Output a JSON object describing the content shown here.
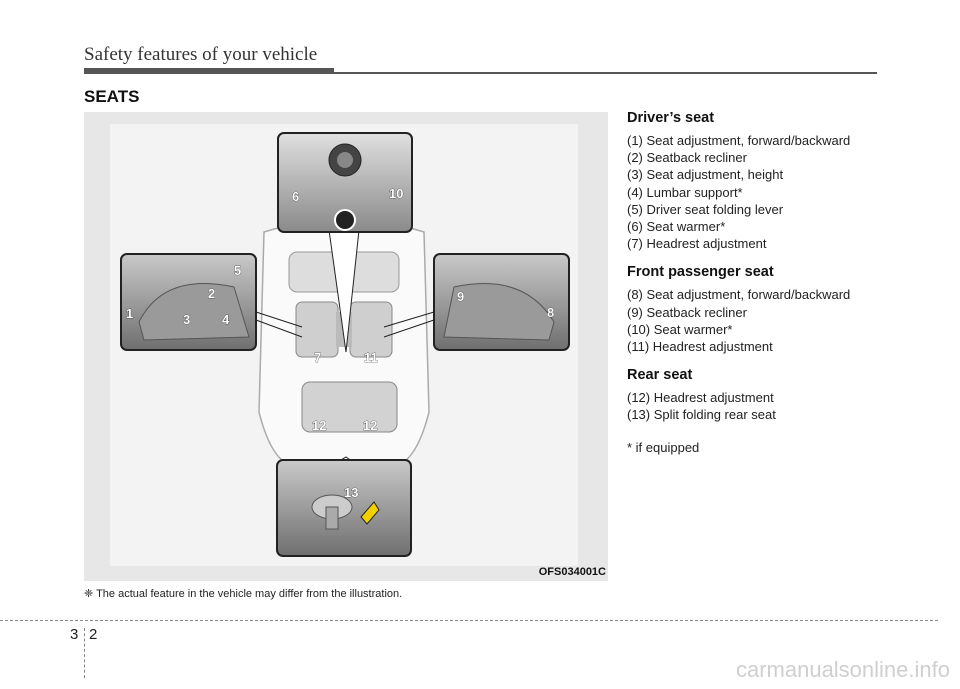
{
  "header": {
    "title": "Safety features of your vehicle"
  },
  "section": {
    "title": "SEATS"
  },
  "figure": {
    "code": "OFS034001C"
  },
  "note": "❈ The actual feature in the vehicle may differ from the illustration.",
  "callouts": [
    "1",
    "2",
    "3",
    "4",
    "5",
    "6",
    "7",
    "8",
    "9",
    "10",
    "11",
    "12",
    "12",
    "13"
  ],
  "groups": [
    {
      "title": "Driver’s seat",
      "items": [
        "(1) Seat adjustment, forward/backward",
        "(2) Seatback recliner",
        "(3) Seat adjustment, height",
        "(4) Lumbar support*",
        "(5) Driver seat folding lever",
        "(6) Seat warmer*",
        "(7) Headrest adjustment"
      ]
    },
    {
      "title": "Front passenger seat",
      "items": [
        "(8) Seat adjustment, forward/backward",
        "(9) Seatback recliner",
        "(10) Seat warmer*",
        "(11) Headrest adjustment"
      ]
    },
    {
      "title": "Rear seat",
      "items": [
        "(12) Headrest adjustment",
        "(13) Split folding rear seat"
      ]
    }
  ],
  "footnote": "* if equipped",
  "page": {
    "chapter": "3",
    "number": "2"
  },
  "watermark": "carmanualsonline.info"
}
